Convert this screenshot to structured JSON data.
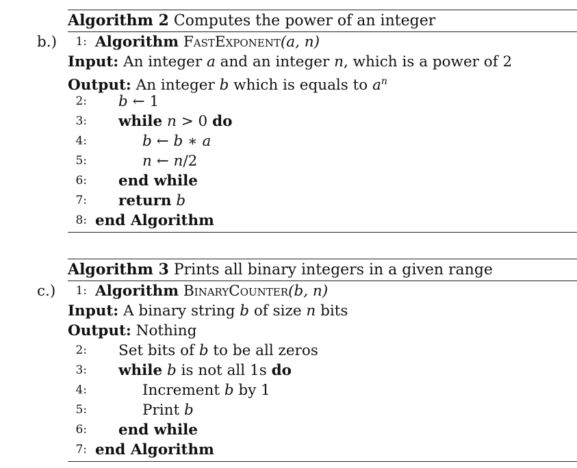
{
  "algorithm_2": {
    "side_label": "b.)",
    "caption_label": "Algorithm 2",
    "caption_text": " Computes the power of an integer",
    "lines": [
      {
        "num": "1:",
        "kw": "Algorithm",
        "name": "FastExponent",
        "args": "(a, n)"
      },
      {
        "label": "Input:",
        "text": " An integer ",
        "v1": "a",
        "t2": " and an integer ",
        "v2": "n",
        "t3": ", which is a power of 2"
      },
      {
        "label": "Output:",
        "text": " An integer ",
        "v1": "b",
        "t2": " which is equals to ",
        "base": "a",
        "exp": "n"
      },
      {
        "num": "2:",
        "v1": "b",
        "op": " ← 1"
      },
      {
        "num": "3:",
        "kw1": "while",
        "v1": "n",
        "op": " > 0 ",
        "kw2": "do"
      },
      {
        "num": "4:",
        "v1": "b",
        "op1": " ← ",
        "v2": "b",
        "op2": " ∗ ",
        "v3": "a"
      },
      {
        "num": "5:",
        "v1": "n",
        "op1": " ← ",
        "v2": "n",
        "op2": "/2"
      },
      {
        "num": "6:",
        "kw": "end while"
      },
      {
        "num": "7:",
        "kw": "return",
        "v1": "b"
      },
      {
        "num": "8:",
        "kw": "end Algorithm"
      }
    ]
  },
  "algorithm_3": {
    "side_label": "c.)",
    "caption_label": "Algorithm 3",
    "caption_text": " Prints all binary integers in a given range",
    "lines": [
      {
        "num": "1:",
        "kw": "Algorithm",
        "name": "BinaryCounter",
        "args": "(b, n)"
      },
      {
        "label": "Input:",
        "text": " A binary string ",
        "v1": "b",
        "t2": " of size ",
        "v2": "n",
        "t3": " bits"
      },
      {
        "label": "Output:",
        "text": " Nothing"
      },
      {
        "num": "2:",
        "t1": "Set bits of ",
        "v1": "b",
        "t2": " to be all zeros"
      },
      {
        "num": "3:",
        "kw1": "while",
        "v1": "b",
        "t2": " is not all 1s ",
        "kw2": "do"
      },
      {
        "num": "4:",
        "t1": "Increment ",
        "v1": "b",
        "t2": " by 1"
      },
      {
        "num": "5:",
        "t1": "Print ",
        "v1": "b"
      },
      {
        "num": "6:",
        "kw": "end while"
      },
      {
        "num": "7:",
        "kw": "end Algorithm"
      }
    ]
  }
}
